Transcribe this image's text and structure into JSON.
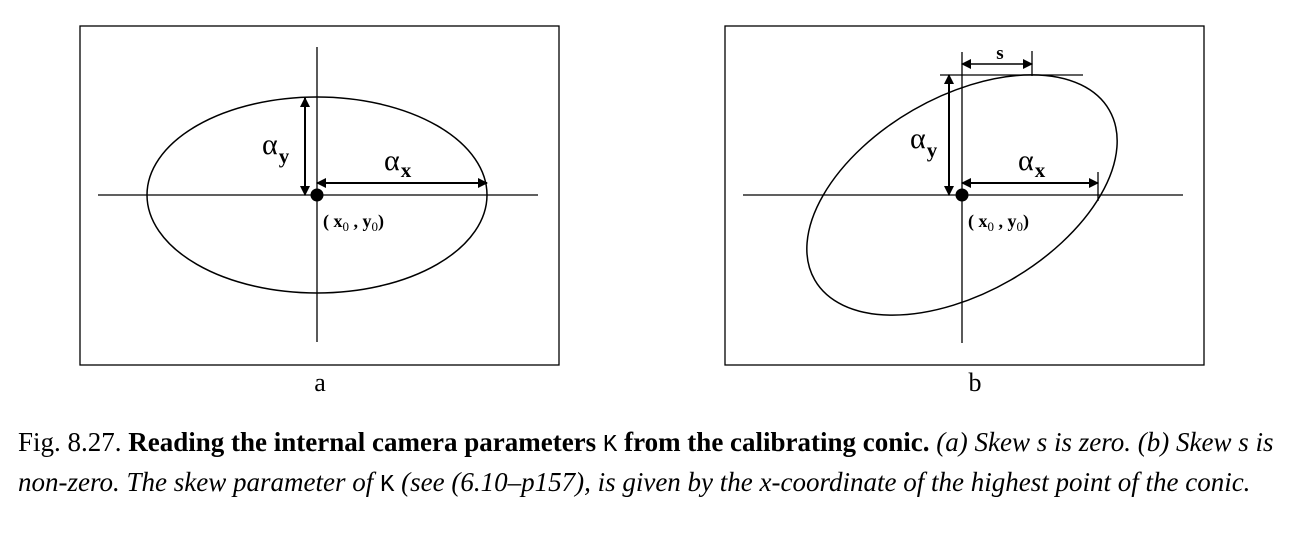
{
  "panel_a": {
    "label": "a",
    "alpha_y": "α",
    "alpha_y_sub": "y",
    "alpha_x": "α",
    "alpha_x_sub": "x",
    "point_open": "( ",
    "point_x": "x",
    "point_x_sub": "0",
    "point_sep": " , ",
    "point_y": "y",
    "point_y_sub": "0",
    "point_close": ")"
  },
  "panel_b": {
    "label": "b",
    "skew": "s",
    "alpha_y": "α",
    "alpha_y_sub": "y",
    "alpha_x": "α",
    "alpha_x_sub": "x",
    "point_open": "( ",
    "point_x": "x",
    "point_x_sub": "0",
    "point_sep": " , ",
    "point_y": "y",
    "point_y_sub": "0",
    "point_close": ")"
  },
  "caption": {
    "fig_number": "Fig. 8.27.",
    "title_start": "Reading the internal camera parameters",
    "title_K": "K",
    "title_end": "from the calibrating conic.",
    "part_a_start": "(a) Skew",
    "part_a_s": "s",
    "part_a_end": "is zero.",
    "part_b_start": "(b) Skew",
    "part_b_s": "s",
    "part_b_mid": "is non-zero. The skew parameter of",
    "part_b_K": "K",
    "part_b_ref": "(see (6.10–p157), is given by the",
    "part_b_x": "x",
    "part_b_end": "-coordinate of the highest point of the conic."
  }
}
